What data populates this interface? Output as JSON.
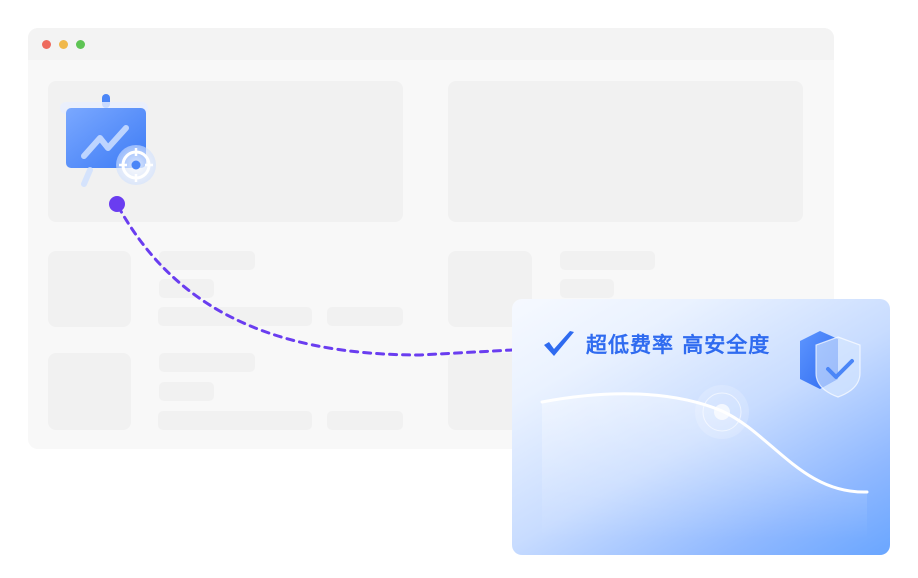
{
  "window": {
    "controls": [
      {
        "name": "close",
        "color": "#ee6b5e"
      },
      {
        "name": "minimize",
        "color": "#f0b84a"
      },
      {
        "name": "maximize",
        "color": "#5ec454"
      }
    ]
  },
  "card": {
    "title": "超低费率 高安全度",
    "accent_color": "#2f6bf0",
    "check_icon": "checkmark-icon",
    "badge_icon": "shield-check-icon"
  },
  "hero": {
    "icon": "presentation-board-chart-icon",
    "connector_color": "#6a3df0"
  }
}
